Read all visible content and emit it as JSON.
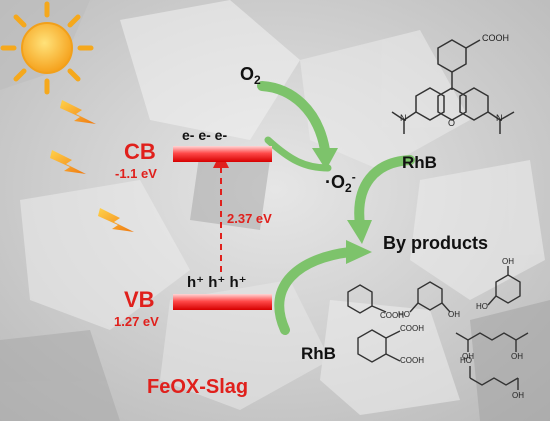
{
  "cb": {
    "label": "CB",
    "energy": "-1.1 eV",
    "electrons": "e- e- e-"
  },
  "vb": {
    "label": "VB",
    "energy": "1.27 eV",
    "holes": "h⁺ h⁺ h⁺"
  },
  "band_gap": "2.37 eV",
  "species": {
    "oxygen": "O",
    "oxygen_sub": "2",
    "superoxide_dot": "·O",
    "superoxide_sub": "2",
    "superoxide_sup": "-",
    "rhb_top": "RhB",
    "rhb_bottom": "RhB",
    "byproducts": "By products"
  },
  "material": "FeOX-Slag",
  "molecule_labels": {
    "rhb_acid": "COOH",
    "phthalic_1": "COOH",
    "phthalic_2": "COOH",
    "benzoic": "COOH",
    "resorcinol_oh1": "HO",
    "resorcinol_oh2": "OH",
    "hydroquinone_oh1": "HO",
    "hydroquinone_oh2": "OH",
    "glutaric_1": "OH",
    "glutaric_2": "OH",
    "succinic_1": "HO",
    "succinic_2": "OH",
    "amine_left": "N",
    "amine_right": "N",
    "xanthene_o": "O"
  },
  "colors": {
    "accent_red": "#e0201c",
    "arrow_green": "#7dc36b",
    "sun": "#f5a81c"
  }
}
